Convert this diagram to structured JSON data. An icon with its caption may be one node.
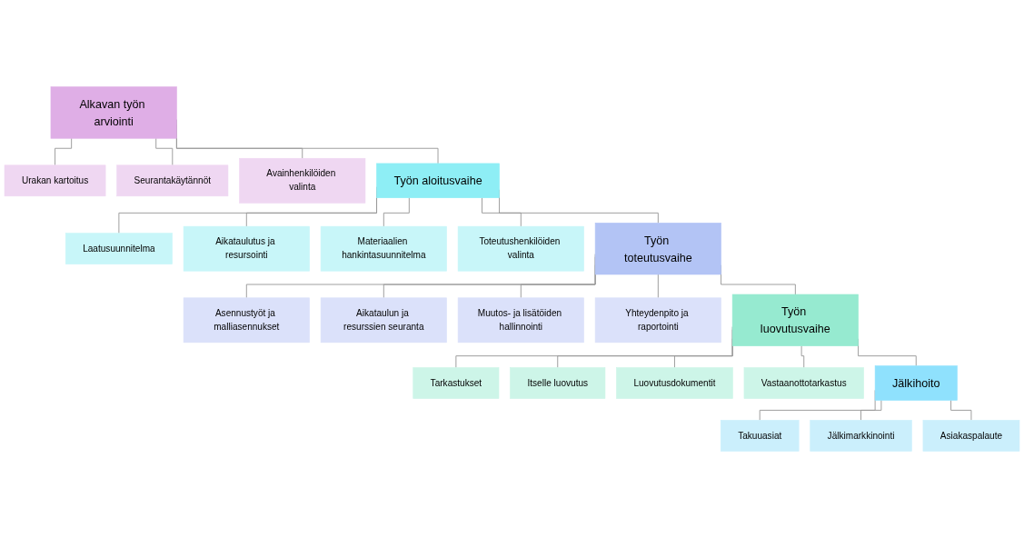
{
  "diagram": {
    "nodes": [
      {
        "text": [
          "Alkavan työn arviointi"
        ]
      },
      {
        "text": [
          "Urakan kartoitus"
        ]
      },
      {
        "text": [
          "Seurantakäytännöt"
        ]
      },
      {
        "text": [
          "Avainhenkilöiden valinta"
        ]
      },
      {
        "text": [
          "Työn aloitusvaihe"
        ]
      },
      {
        "text": [
          "Laatusuunnitelma"
        ]
      },
      {
        "text": [
          "Aikataulutus ja resursointi"
        ]
      },
      {
        "text": [
          "Materiaalien hankintasuunnitelma"
        ]
      },
      {
        "text": [
          "Toteutushenkilöiden valinta"
        ]
      },
      {
        "text": [
          "Työn toteutusvaihe"
        ]
      },
      {
        "text": [
          "Asennustyöt ja malliasennukset"
        ]
      },
      {
        "text": [
          "Aikataulun ja resurssien seuranta"
        ]
      },
      {
        "text": [
          "Muutos- ja lisätöiden hallinnointi"
        ]
      },
      {
        "text": [
          "Yhteydenpito ja raportointi"
        ]
      },
      {
        "text": [
          "Työn luovutusvaihe"
        ]
      },
      {
        "text": [
          "Tarkastukset"
        ]
      },
      {
        "text": [
          "Itselle luovutus"
        ]
      },
      {
        "text": [
          "Luovutusdokumentit"
        ]
      },
      {
        "text": [
          "Vastaanottotarkastus"
        ]
      },
      {
        "text": [
          "Jälkihoito"
        ]
      },
      {
        "text": [
          "Takuuasiat"
        ]
      },
      {
        "text": [
          "Jälkimarkkinointi"
        ]
      },
      {
        "text": [
          "Asiakaspalaute"
        ]
      }
    ],
    "edges": [
      {
        "from": 0,
        "to": 4,
        "arrow": "none"
      },
      {
        "from": 4,
        "to": 9,
        "arrow": "none"
      },
      {
        "from": 9,
        "to": 14,
        "arrow": "none"
      },
      {
        "from": 14,
        "to": 19,
        "arrow": "none"
      },
      {
        "from": 0,
        "to": 1,
        "arrow": "none"
      },
      {
        "from": 0,
        "to": 2,
        "arrow": "none"
      },
      {
        "from": 0,
        "to": 3,
        "arrow": "none"
      },
      {
        "from": 4,
        "to": 5,
        "arrow": "none"
      },
      {
        "from": 4,
        "to": 6,
        "arrow": "none"
      },
      {
        "from": 4,
        "to": 7,
        "arrow": "none"
      },
      {
        "from": 4,
        "to": 8,
        "arrow": "none"
      },
      {
        "from": 9,
        "to": 10,
        "arrow": "none"
      },
      {
        "from": 9,
        "to": 11,
        "arrow": "none"
      },
      {
        "from": 9,
        "to": 12,
        "arrow": "none"
      },
      {
        "from": 9,
        "to": 13,
        "arrow": "none"
      },
      {
        "from": 14,
        "to": 15,
        "arrow": "none"
      },
      {
        "from": 14,
        "to": 16,
        "arrow": "none"
      },
      {
        "from": 14,
        "to": 17,
        "arrow": "none"
      },
      {
        "from": 14,
        "to": 18,
        "arrow": "none"
      },
      {
        "from": 19,
        "to": 20,
        "arrow": "none"
      },
      {
        "from": 19,
        "to": 21,
        "arrow": "none"
      },
      {
        "from": 19,
        "to": 22,
        "arrow": "none"
      }
    ]
  }
}
